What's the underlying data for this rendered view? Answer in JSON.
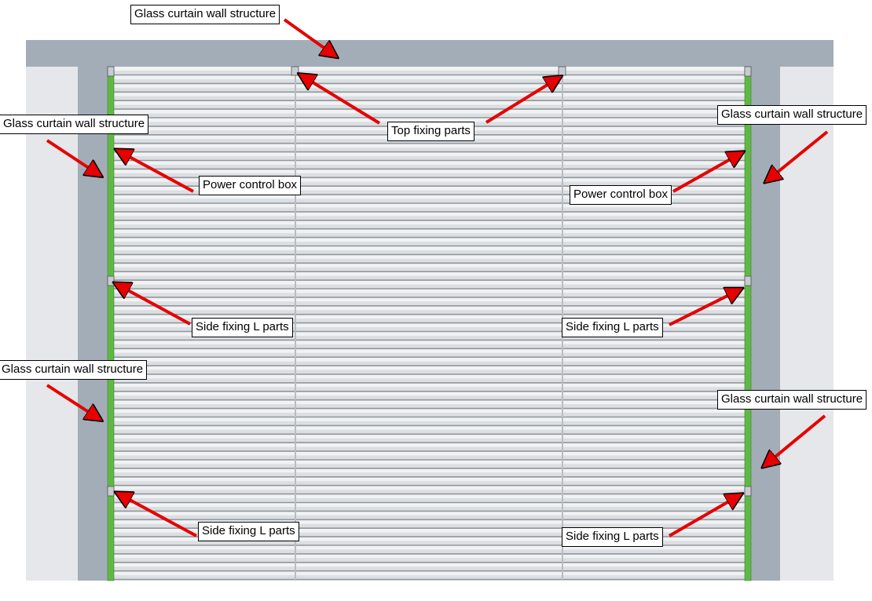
{
  "callouts": {
    "wall_top": "Glass curtain wall structure",
    "wall_left_upper": "Glass curtain wall structure",
    "wall_right_upper": "Glass curtain wall structure",
    "wall_left_lower": "Glass curtain wall structure",
    "wall_right_lower": "Glass curtain wall structure",
    "top_fixing": "Top fixing parts",
    "power_box_left": "Power control box",
    "power_box_right": "Power control box",
    "side_fix_left_upper": "Side fixing L parts",
    "side_fix_right_upper": "Side fixing L parts",
    "side_fix_left_lower": "Side fixing L parts",
    "side_fix_right_lower": "Side fixing L parts"
  },
  "colors": {
    "frame": "#a3adb8",
    "frame_light": "#e6e7ea",
    "slat_dark": "#9aa0a6",
    "slat_light": "#d3d6d9",
    "green_strip": "#5fb844",
    "arrow": "#e60000"
  }
}
